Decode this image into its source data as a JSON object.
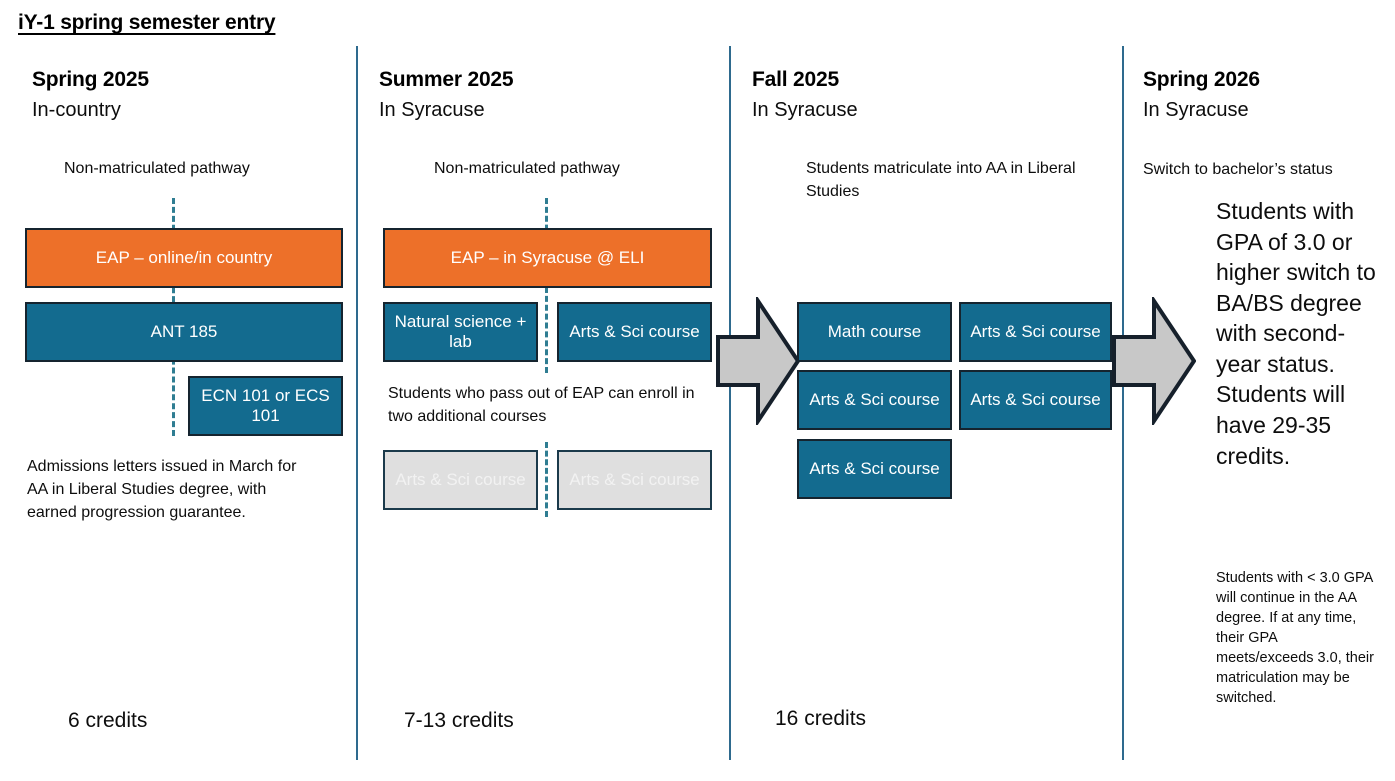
{
  "title": "iY-1 spring semester entry",
  "colors": {
    "orange": "#ED7029",
    "blue": "#136B8F",
    "gray": "#DFDFDF",
    "divider": "#2E6A8E",
    "dashed": "#2F7D92",
    "arrow_fill": "#C8C8C8",
    "arrow_border": "#1A1A1A"
  },
  "columns": [
    {
      "term": "Spring 2025",
      "location": "In-country",
      "pathway_note": "Non-matriculated pathway",
      "boxes": [
        {
          "label": "EAP – online/in country",
          "style": "orange"
        },
        {
          "label": "ANT 185",
          "style": "blue"
        },
        {
          "label": "ECN 101 or ECS 101",
          "style": "blue"
        }
      ],
      "footnote": "Admissions letters issued in March for AA in Liberal Studies degree, with earned progression guarantee.",
      "credits": "6 credits"
    },
    {
      "term": "Summer 2025",
      "location": "In Syracuse",
      "pathway_note": "Non-matriculated pathway",
      "boxes": [
        {
          "label": "EAP – in Syracuse @ ELI",
          "style": "orange"
        },
        {
          "label": "Natural science + lab",
          "style": "blue"
        },
        {
          "label": "Arts & Sci course",
          "style": "blue"
        },
        {
          "label": "Arts & Sci course",
          "style": "gray"
        },
        {
          "label": "Arts & Sci course",
          "style": "gray"
        }
      ],
      "mid_note": "Students who pass out of EAP can enroll in two additional courses",
      "credits": "7-13 credits"
    },
    {
      "term": "Fall 2025",
      "location": "In Syracuse",
      "matriculation_note": "Students matriculate into AA in Liberal Studies",
      "boxes": [
        {
          "label": "Math course",
          "style": "blue"
        },
        {
          "label": "Arts & Sci course",
          "style": "blue"
        },
        {
          "label": "Arts & Sci course",
          "style": "blue"
        },
        {
          "label": "Arts & Sci course",
          "style": "blue"
        },
        {
          "label": "Arts & Sci course",
          "style": "blue"
        }
      ],
      "credits": "16 credits"
    },
    {
      "term": "Spring 2026",
      "location": "In Syracuse",
      "switch_note": "Switch to bachelor’s status",
      "main_note": "Students with GPA of 3.0 or higher switch to BA/BS degree with second-year status. Students will have 29-35 credits.",
      "small_note": "Students with < 3.0 GPA will continue in the AA degree.  If at any time, their GPA meets/exceeds 3.0, their matriculation may be switched.",
      "credits": ""
    }
  ],
  "arrows": [
    {
      "name": "arrow-summer-to-fall"
    },
    {
      "name": "arrow-fall-to-spring"
    }
  ]
}
